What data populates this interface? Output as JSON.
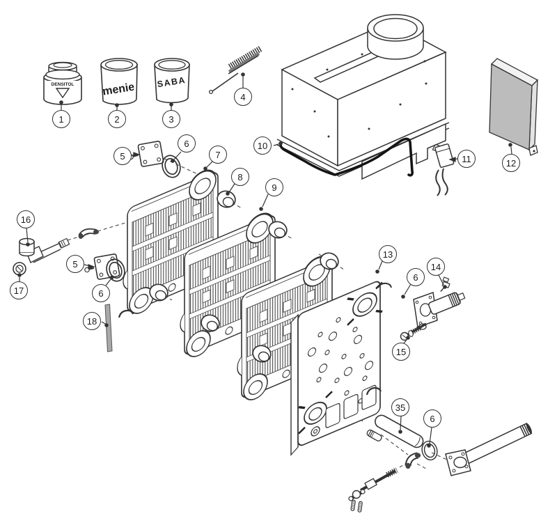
{
  "diagram": {
    "type": "exploded-parts-diagram",
    "subject": "boiler heat-exchanger assembly"
  },
  "cans": [
    {
      "callout": "1",
      "label": "DENSITOL"
    },
    {
      "callout": "2",
      "label": "menie"
    },
    {
      "callout": "3",
      "label": "SABA"
    }
  ],
  "callouts": [
    {
      "n": "1"
    },
    {
      "n": "2"
    },
    {
      "n": "3"
    },
    {
      "n": "4"
    },
    {
      "n": "5"
    },
    {
      "n": "6"
    },
    {
      "n": "7"
    },
    {
      "n": "8"
    },
    {
      "n": "9"
    },
    {
      "n": "10"
    },
    {
      "n": "11"
    },
    {
      "n": "12"
    },
    {
      "n": "16"
    },
    {
      "n": "17"
    },
    {
      "n": "5"
    },
    {
      "n": "6"
    },
    {
      "n": "18"
    },
    {
      "n": "13"
    },
    {
      "n": "14"
    },
    {
      "n": "6"
    },
    {
      "n": "15"
    },
    {
      "n": "35"
    },
    {
      "n": "6"
    }
  ],
  "colors": {
    "line": "#333333",
    "cord": "#141414",
    "panel_fill": "#bcbcbc",
    "strip_fill": "#a9a9a9",
    "background": "#ffffff"
  }
}
